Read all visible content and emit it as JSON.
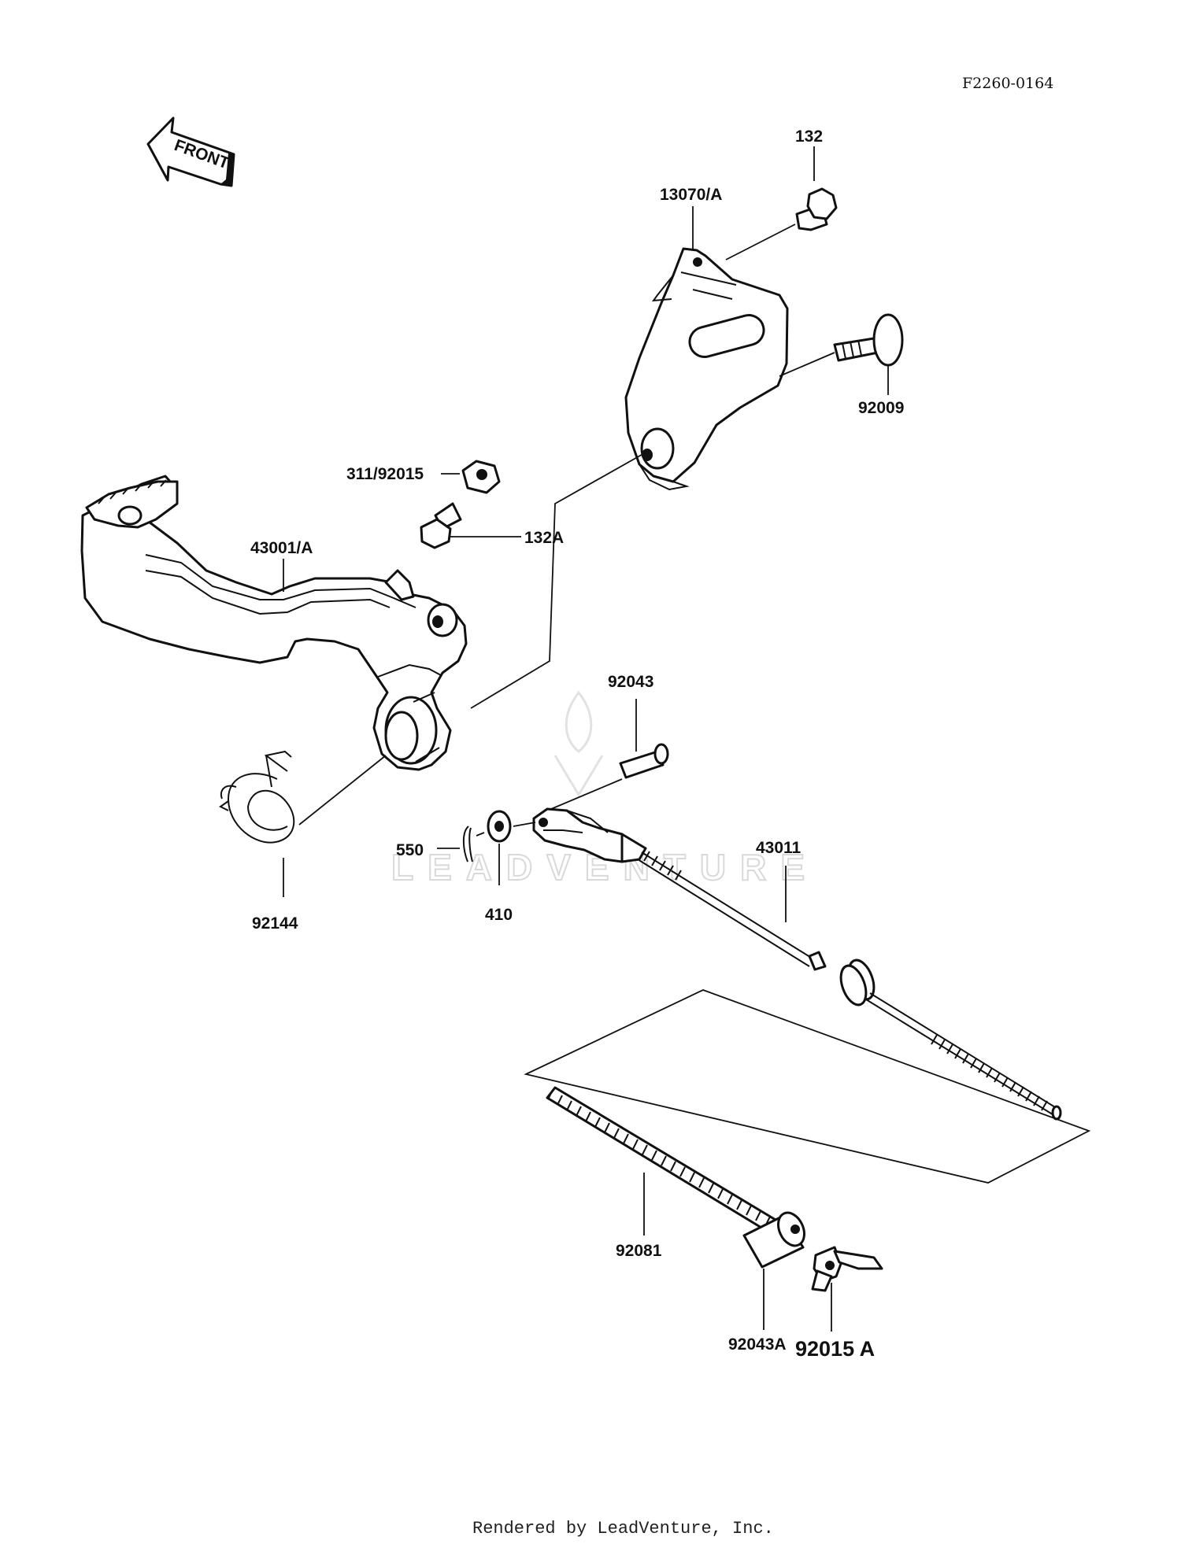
{
  "diagram": {
    "reference": "F2260-0164",
    "front_label": "FRONT",
    "watermark": "LEADVENTURE",
    "footer": "Rendered by LeadVenture, Inc.",
    "parts": {
      "p132": "132",
      "p13070a": "13070/A",
      "p92009": "92009",
      "p311_92015": "311/92015",
      "p132a": "132A",
      "p43001a": "43001/A",
      "p92043": "92043",
      "p550": "550",
      "p410": "410",
      "p43011": "43011",
      "p92144": "92144",
      "p92081": "92081",
      "p92043a": "92043A",
      "p92015a": "92015 A"
    }
  }
}
